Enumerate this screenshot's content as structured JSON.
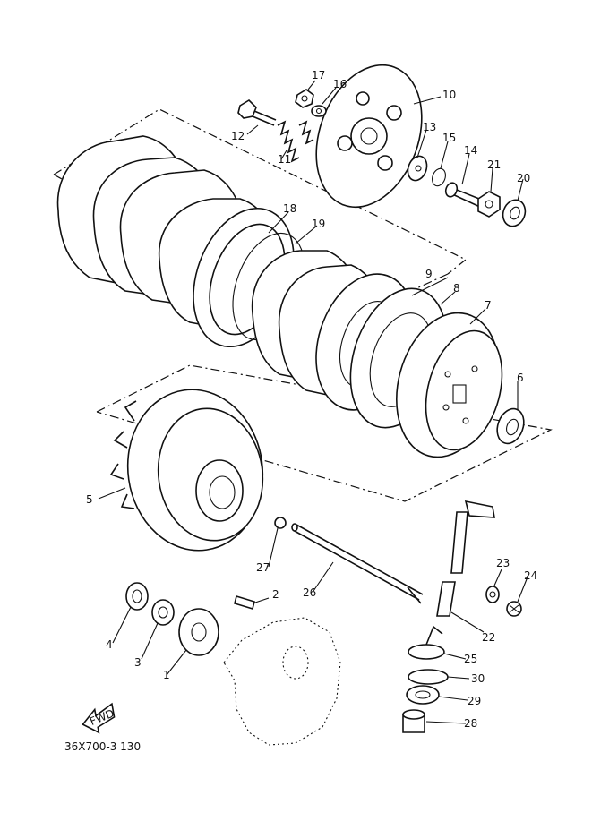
{
  "diagram": {
    "drawing_code": "36X700-3 130",
    "fwd_label": "FWD",
    "callouts": [
      "1",
      "2",
      "3",
      "4",
      "5",
      "6",
      "7",
      "8",
      "9",
      "10",
      "11",
      "12",
      "13",
      "14",
      "15",
      "16",
      "17",
      "18",
      "19",
      "20",
      "21",
      "22",
      "23",
      "24",
      "25",
      "26",
      "27",
      "28",
      "29",
      "30"
    ]
  }
}
